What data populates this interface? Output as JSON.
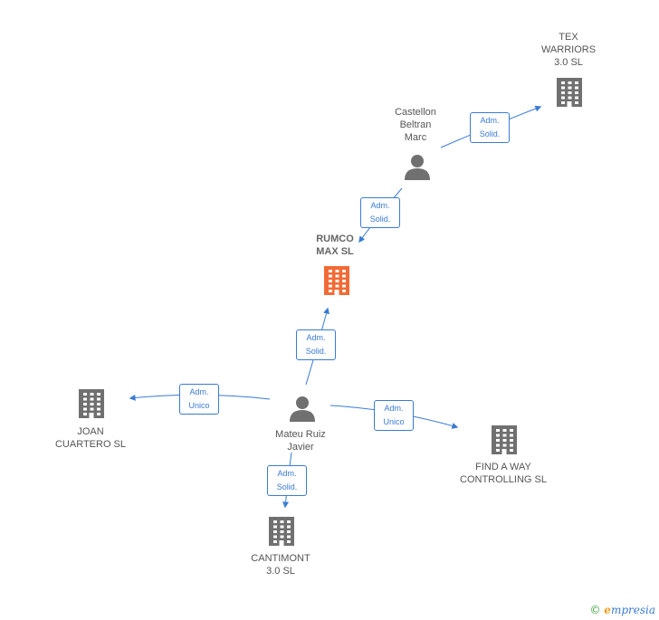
{
  "colors": {
    "edge": "#3a7bd5",
    "company": "#707070",
    "focus_company": "#f26a35",
    "person": "#707070"
  },
  "nodes": {
    "tex_warriors": {
      "label": "TEX\nWARRIORS\n3.0  SL",
      "kind": "company",
      "icon": "building-icon"
    },
    "castellon": {
      "label": "Castellon\nBeltran\nMarc",
      "kind": "person",
      "icon": "person-icon"
    },
    "rumco": {
      "label": "RUMCO\nMAX  SL",
      "kind": "focus-company",
      "icon": "building-icon"
    },
    "joan": {
      "label": "JOAN\nCUARTERO  SL",
      "kind": "company",
      "icon": "building-icon"
    },
    "mateu": {
      "label": "Mateu Ruiz\nJavier",
      "kind": "person",
      "icon": "person-icon"
    },
    "find_a_way": {
      "label": "FIND A WAY\nCONTROLLING SL",
      "kind": "company",
      "icon": "building-icon"
    },
    "cantimont": {
      "label": "CANTIMONT\n3.0  SL",
      "kind": "company",
      "icon": "building-icon"
    }
  },
  "edges": {
    "castellon_tex": {
      "label": "Adm.\nSolid."
    },
    "castellon_rumco": {
      "label": "Adm.\nSolid."
    },
    "mateu_rumco": {
      "label": "Adm.\nSolid."
    },
    "mateu_joan": {
      "label": "Adm.\nUnico"
    },
    "mateu_find": {
      "label": "Adm.\nUnico"
    },
    "mateu_cantimont": {
      "label": "Adm.\nSolid."
    }
  },
  "watermark": {
    "copyright": "©",
    "brand_initial": "e",
    "brand_rest": "mpresia"
  }
}
